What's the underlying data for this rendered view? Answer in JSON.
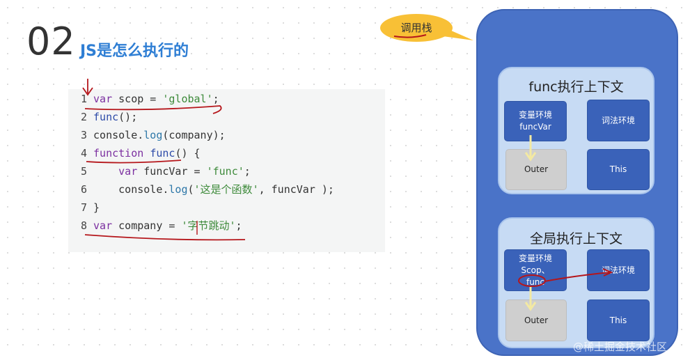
{
  "slide": {
    "number": "02",
    "title": "JS是怎么执行的"
  },
  "code": {
    "lines": [
      {
        "n": "1",
        "tokens": [
          {
            "t": "var",
            "c": "kw"
          },
          {
            "t": " scop = ",
            "c": ""
          },
          {
            "t": "'global'",
            "c": "str"
          },
          {
            "t": ";",
            "c": ""
          }
        ]
      },
      {
        "n": "2",
        "tokens": [
          {
            "t": "func",
            "c": "fn"
          },
          {
            "t": "();",
            "c": ""
          }
        ]
      },
      {
        "n": "3",
        "tokens": [
          {
            "t": "console",
            "c": ""
          },
          {
            "t": ".",
            "c": ""
          },
          {
            "t": "log",
            "c": "prop"
          },
          {
            "t": "(company);",
            "c": ""
          }
        ]
      },
      {
        "n": "4",
        "tokens": [
          {
            "t": "function",
            "c": "kw"
          },
          {
            "t": " ",
            "c": ""
          },
          {
            "t": "func",
            "c": "fn"
          },
          {
            "t": "() {",
            "c": ""
          }
        ]
      },
      {
        "n": "5",
        "tokens": [
          {
            "t": "    ",
            "c": ""
          },
          {
            "t": "var",
            "c": "kw"
          },
          {
            "t": " funcVar = ",
            "c": ""
          },
          {
            "t": "'func'",
            "c": "str"
          },
          {
            "t": ";",
            "c": ""
          }
        ]
      },
      {
        "n": "6",
        "tokens": [
          {
            "t": "    console.",
            "c": ""
          },
          {
            "t": "log",
            "c": "prop"
          },
          {
            "t": "(",
            "c": ""
          },
          {
            "t": "'这是个函数'",
            "c": "str"
          },
          {
            "t": ", funcVar );",
            "c": ""
          }
        ]
      },
      {
        "n": "7",
        "tokens": [
          {
            "t": "}",
            "c": ""
          }
        ]
      },
      {
        "n": "8",
        "tokens": [
          {
            "t": "var",
            "c": "kw"
          },
          {
            "t": " company = ",
            "c": ""
          },
          {
            "t": "'字节跳动'",
            "c": "str"
          },
          {
            "t": ";",
            "c": ""
          }
        ]
      }
    ]
  },
  "callout": {
    "label": "调用栈"
  },
  "call_stack": {
    "func_context": {
      "title": "func执行上下文",
      "variable_env": [
        "变量环境",
        "funcVar"
      ],
      "lexical_env": "词法环境",
      "outer": "Outer",
      "this": "This"
    },
    "global_context": {
      "title": "全局执行上下文",
      "variable_env": [
        "变量环境",
        "Scop、",
        "func"
      ],
      "lexical_env": "词法环境",
      "outer": "Outer",
      "this": "This"
    }
  },
  "watermark": "@稀土掘金技术社区",
  "colors": {
    "title_blue": "#2e7ed4",
    "stack_blue": "#4a73c8",
    "context_light_blue": "#c7dbf4",
    "env_box_blue": "#3a62b9",
    "outer_grey": "#cfcfcf",
    "callout_yellow": "#f8c036",
    "annotation_red": "#b5161b",
    "arrow_yellow": "#f3e9a2"
  }
}
